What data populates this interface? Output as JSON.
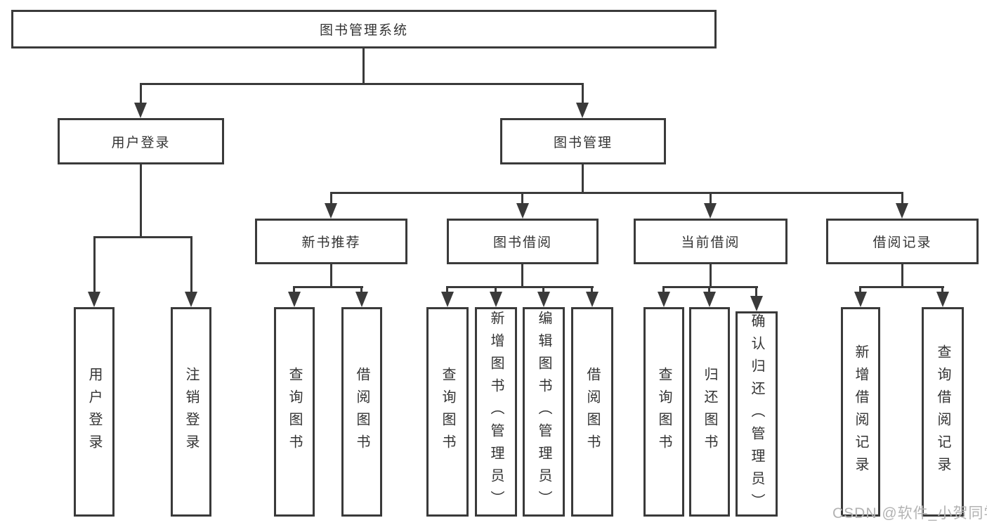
{
  "tree": {
    "root": {
      "label": "图书管理系统",
      "children": [
        {
          "label": "用户登录",
          "children": [
            {
              "label": "用户登录"
            },
            {
              "label": "注销登录"
            }
          ]
        },
        {
          "label": "图书管理",
          "children": [
            {
              "label": "新书推荐",
              "children": [
                {
                  "label": "查询图书"
                },
                {
                  "label": "借阅图书"
                }
              ]
            },
            {
              "label": "图书借阅",
              "children": [
                {
                  "label": "查询图书"
                },
                {
                  "label": "新增图书（管理员）"
                },
                {
                  "label": "编辑图书（管理员）"
                },
                {
                  "label": "借阅图书"
                }
              ]
            },
            {
              "label": "当前借阅",
              "children": [
                {
                  "label": "查询图书"
                },
                {
                  "label": "归还图书"
                },
                {
                  "label": "确认归还（管理员）"
                }
              ]
            },
            {
              "label": "借阅记录",
              "children": [
                {
                  "label": "新增借阅记录"
                },
                {
                  "label": "查询借阅记录"
                }
              ]
            }
          ]
        }
      ]
    }
  },
  "watermark": "CSDN @软件_小贺同学",
  "colors": {
    "line": "#3a3a3a",
    "text": "#333333",
    "background": "#ffffff",
    "watermark": "#b3b3b3"
  }
}
